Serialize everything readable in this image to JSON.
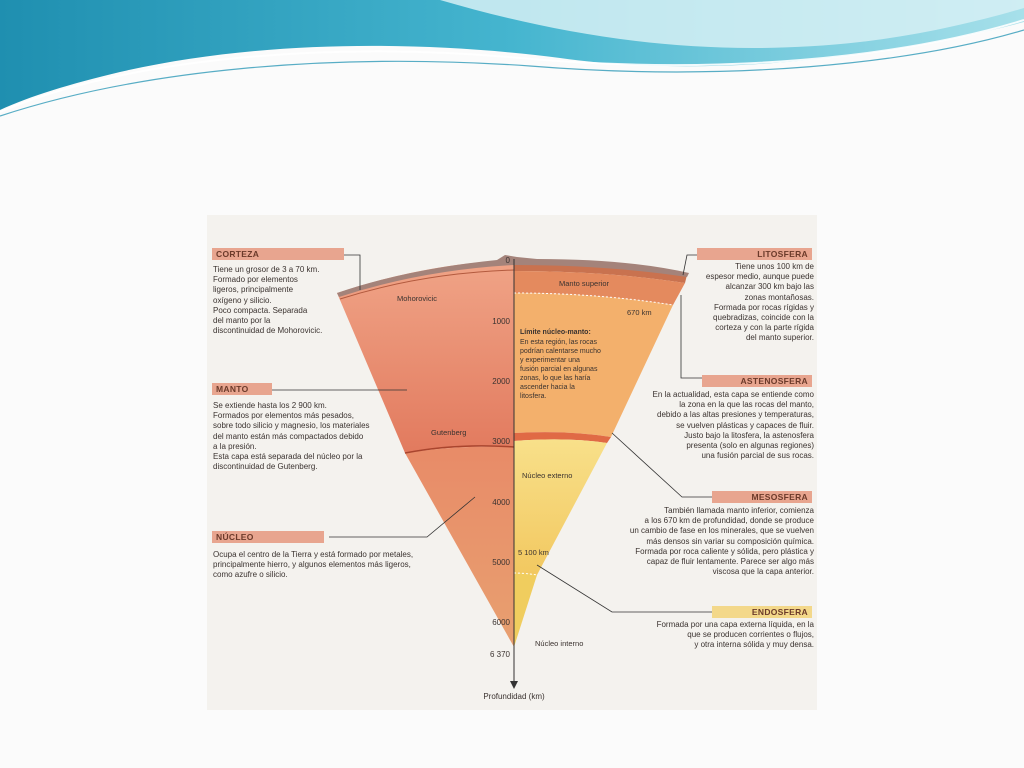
{
  "theme": {
    "accent": "#3aa9c4",
    "light_accent": "#9fdbe8",
    "crust_color": "#e07a5a",
    "mantle_color": "#e8876a",
    "core_color": "#f2d46a"
  },
  "labels": {
    "corteza": {
      "title": "CORTEZA",
      "text": "Tiene un grosor de 3 a 70 km.\nFormado por elementos\nligeros, principalmente\noxígeno y silicio.\nPoco compacta. Separada\ndel manto por la\ndiscontinuidad de Mohorovicic."
    },
    "manto": {
      "title": "MANTO",
      "text": "Se extiende hasta los 2 900 km.\nFormados por elementos más pesados,\nsobre todo silicio y magnesio, los materiales\ndel manto están más compactados debido\na la presión.\nEsta capa está separada del núcleo por la\ndiscontinuidad de Gutenberg."
    },
    "nucleo": {
      "title": "NÚCLEO",
      "text": "Ocupa el centro de la Tierra y está formado por metales,\nprincipalmente hierro, y algunos elementos más ligeros,\ncomo azufre o silicio."
    },
    "litosfera": {
      "title": "LITOSFERA",
      "text": "Tiene unos 100 km de\nespesor medio, aunque puede\nalcanzar 300 km bajo las\nzonas montañosas.\nFormada por rocas rígidas y\nquebradizas, coincide con la\ncorteza y con la parte rígida\ndel manto superior."
    },
    "astenosfera": {
      "title": "ASTENOSFERA",
      "text": "En la actualidad, esta capa se entiende como\nla zona en la que las rocas del manto,\ndebido a las altas presiones y temperaturas,\nse vuelven plásticas y capaces de fluir.\nJusto bajo la litosfera, la astenosfera\npresenta (solo en algunas regiones)\nuna fusión parcial de sus rocas."
    },
    "mesosfera": {
      "title": "MESOSFERA",
      "text": "También llamada manto inferior, comienza\na los 670 km de profundidad, donde se produce\nun cambio de fase en los minerales, que se vuelven\nmás densos sin variar su composición química.\nFormada por roca caliente y sólida, pero plástica y\ncapaz de fluir lentamente. Parece ser algo más\nviscosa que la capa anterior."
    },
    "endosfera": {
      "title": "ENDOSFERA",
      "text": "Formada por una capa externa líquida, en la\nque se producen corrientes o flujos,\ny otra interna sólida y muy densa."
    }
  },
  "diagram": {
    "depth_ticks": [
      "0",
      "1000",
      "2000",
      "3000",
      "4000",
      "5000",
      "6000",
      "6 370"
    ],
    "axis_label": "Profundidad (km)",
    "mohorovicic": "Mohorovicic",
    "gutenberg": "Gutenberg",
    "manto_superior": "Manto superior",
    "km670": "670 km",
    "km5100": "5 100 km",
    "nucleo_externo": "Núcleo externo",
    "nucleo_interno": "Núcleo interno",
    "limite_title": "Límite núcleo-manto:",
    "limite_text": [
      "En esta región, las rocas",
      "podrían calentarse mucho",
      "y experimentar una",
      "fusión parcial en algunas",
      "zonas, lo que las haría",
      "ascender hacia la",
      "litosfera."
    ]
  }
}
